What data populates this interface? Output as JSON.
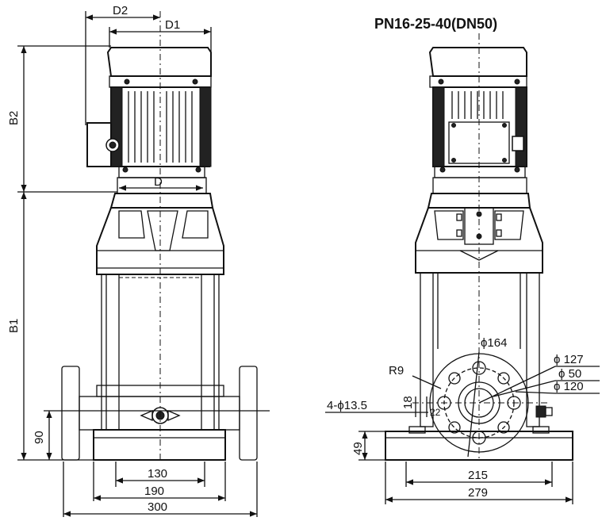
{
  "title": "PN16-25-40(DN50)",
  "front_view": {
    "labels": {
      "d2": "D2",
      "d1": "D1",
      "d": "D",
      "b2": "B2",
      "b1": "B1",
      "h90": "90",
      "w130": "130",
      "w190": "190",
      "w300": "300"
    }
  },
  "side_view": {
    "labels": {
      "phi164": "ϕ164",
      "phi127": "ϕ 127",
      "phi50": "ϕ 50",
      "phi120": "ϕ 120",
      "r9": "R9",
      "holes": "4-ϕ13.5",
      "d18": "18",
      "d22": "22",
      "h49": "49",
      "w215": "215",
      "w279": "279"
    }
  }
}
